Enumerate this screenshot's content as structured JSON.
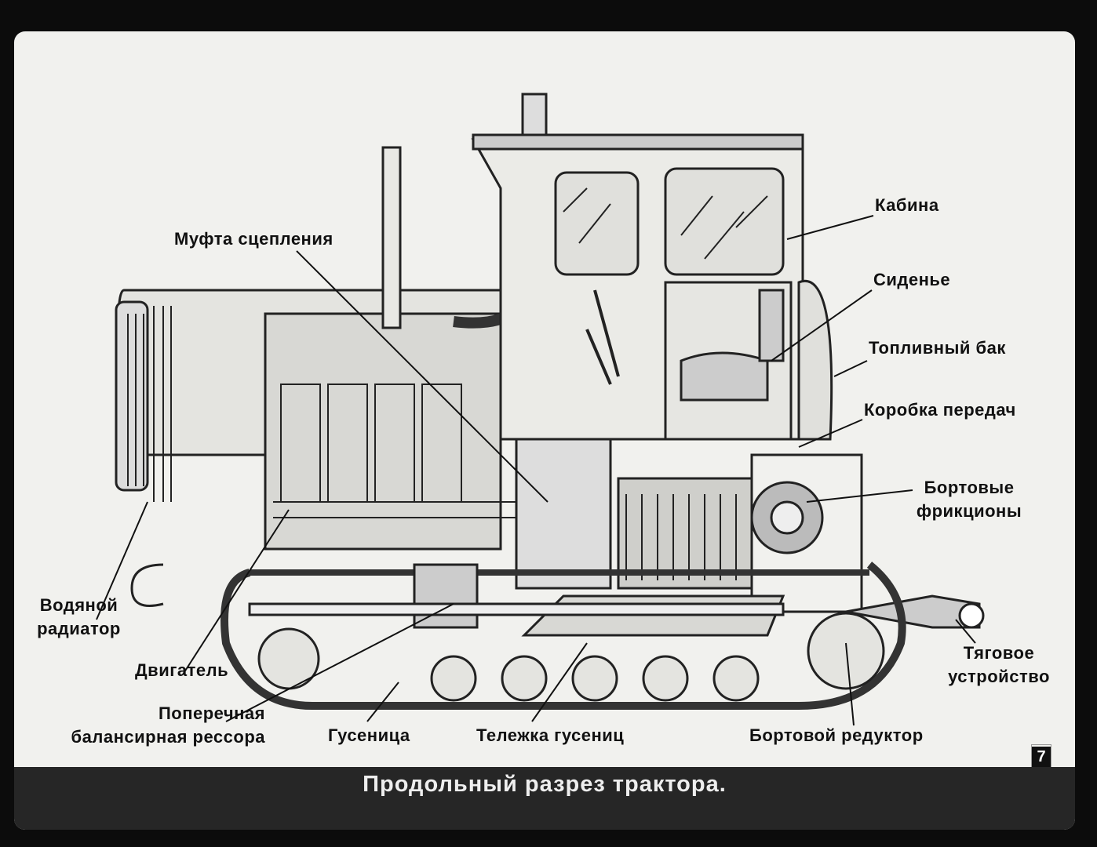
{
  "caption": "Продольный разрез трактора.",
  "slide_number": "7",
  "labels": {
    "clutch": "Муфта сцепления",
    "cabin": "Кабина",
    "seat": "Сиденье",
    "fuel_tank": "Топливный бак",
    "gearbox": "Коробка передач",
    "side_clutches_1": "Бортовые",
    "side_clutches_2": "фрикционы",
    "radiator_1": "Водяной",
    "radiator_2": "радиатор",
    "engine": "Двигатель",
    "spring_1": "Поперечная",
    "spring_2": "балансирная рессора",
    "track": "Гусеница",
    "track_frame": "Тележка гусениц",
    "final_drive": "Бортовой редуктор",
    "hitch_1": "Тяговое",
    "hitch_2": "устройство"
  }
}
